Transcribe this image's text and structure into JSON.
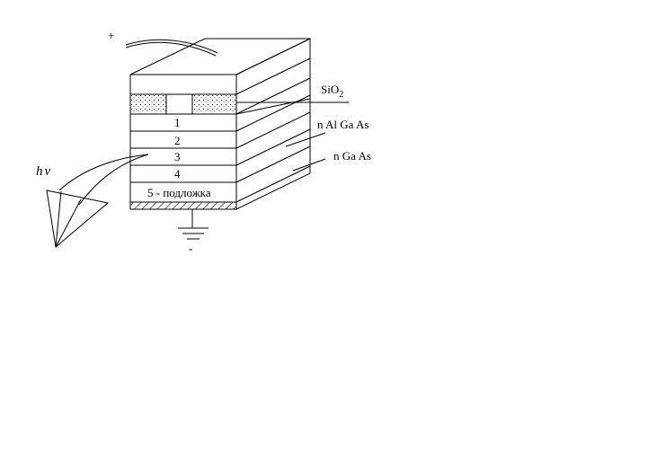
{
  "labels": {
    "plus": "+",
    "minus": "-",
    "sio2_main": "SiO",
    "sio2_sub": "2",
    "naigaas": "n Al Ga As",
    "ngaas": "n Ga As",
    "hv_h": "h",
    "hv_nu": "ν",
    "layers": [
      "1",
      "2",
      "3",
      "4",
      "5 - подложка"
    ]
  },
  "colors": {
    "line": "#000000",
    "background": "#ffffff"
  }
}
